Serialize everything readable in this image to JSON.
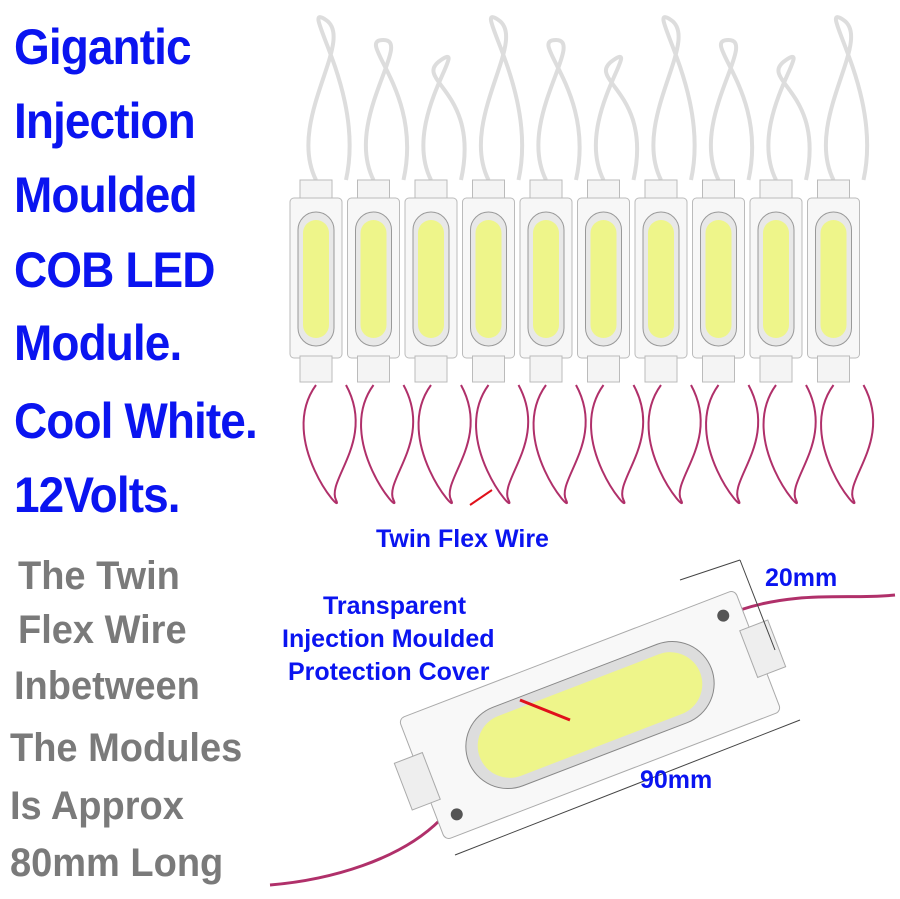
{
  "headline": [
    "Gigantic",
    "Injection",
    "Moulded",
    "COB LED",
    "Module.",
    "Cool White.",
    "12Volts."
  ],
  "note": [
    "The Twin",
    "Flex  Wire",
    "Inbetween",
    "The Modules",
    "Is Approx",
    "80mm Long"
  ],
  "labels": {
    "wire": "Twin Flex Wire",
    "width": "20mm",
    "cover": [
      "Transparent",
      "Injection Moulded",
      "Protection Cover"
    ],
    "length": "90mm"
  },
  "colors": {
    "headline": "#0a14f0",
    "note": "#7a7a7a",
    "wire": "#b0306a",
    "led": "#eef58a",
    "pointer": "#e0101a"
  },
  "module_count": 10
}
